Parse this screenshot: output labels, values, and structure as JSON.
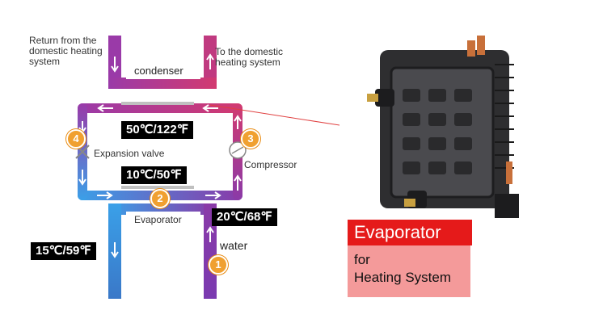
{
  "labels": {
    "return": "Return from the domestic heating system",
    "to_domestic": "To the domestic heating system",
    "condenser": "condenser",
    "expansion_valve": "Expansion valve",
    "compressor": "Compressor",
    "evaporator_small": "Evaporator",
    "water": "water"
  },
  "temps": {
    "t1": "50℃/122℉",
    "t2": "10℃/50℉",
    "t3": "20℃/68℉",
    "t4": "15℃/59℉"
  },
  "steps": [
    "1",
    "2",
    "3",
    "4"
  ],
  "callout": {
    "title": "Evaporator",
    "sub1": "for",
    "sub2": "Heating System"
  },
  "colors": {
    "purple": "#8a3aa0",
    "blue": "#3a9ee0",
    "red_title": "#e51a1a",
    "pink_box": "#f49a9a",
    "orange_badge": "#f0a030"
  }
}
